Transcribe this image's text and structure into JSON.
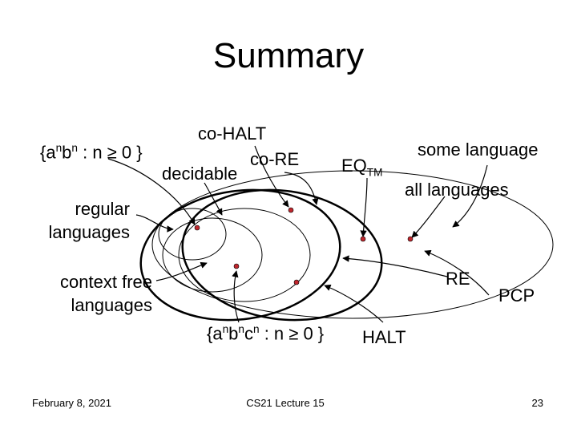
{
  "slide": {
    "title": "Summary",
    "footer": {
      "date": "February 8, 2021",
      "course": "CS21 Lecture 15",
      "page": "23"
    }
  },
  "labels": {
    "anbn": {
      "pre": "{a",
      "sup1": "n",
      "mid": "b",
      "sup2": "n",
      "post": " : n ≥ 0 }"
    },
    "co_halt": "co-HALT",
    "co_re": "co-RE",
    "decidable": "decidable",
    "eq_tm": {
      "main": "EQ",
      "sub": "TM"
    },
    "some_language": "some language",
    "all_languages": "all languages",
    "regular_line1": "regular",
    "regular_line2": "languages",
    "cf_line1": "context free",
    "cf_line2": "languages",
    "re": "RE",
    "pcp": "PCP",
    "anbncn": {
      "pre": "{a",
      "sup1": "n",
      "mid1": "b",
      "sup2": "n",
      "mid2": "c",
      "sup3": "n",
      "post": " : n ≥ 0 }"
    },
    "halt": "HALT"
  },
  "colors": {
    "ellipse": "#000000",
    "arrow": "#000000",
    "dot": "#c0272d"
  }
}
